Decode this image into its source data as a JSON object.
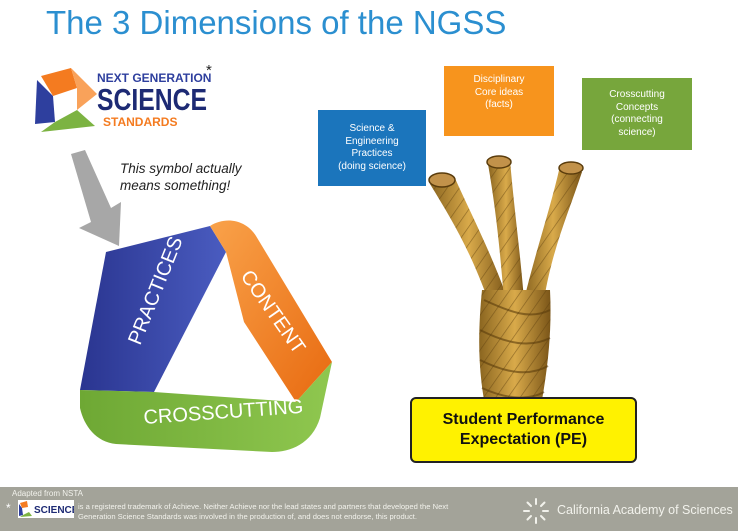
{
  "title": "The 3 Dimensions of the NGSS",
  "logo": {
    "line1": "NEXT GENERATION",
    "line2": "SCIENCE",
    "line3": "STANDARDS",
    "asterisk": "*"
  },
  "symbol_note": {
    "line1": "This symbol actually",
    "line2": "means something!"
  },
  "triangle": {
    "practices": "PRACTICES",
    "content": "CONTENT",
    "crosscutting": "CROSSCUTTING",
    "colors": {
      "practices": "#2e3f9e",
      "content": "#f47b20",
      "crosscutting": "#7cb342"
    }
  },
  "boxes": {
    "sep": [
      "Science &",
      "Engineering",
      "Practices",
      "(doing science)"
    ],
    "dci": [
      "Disciplinary",
      "Core ideas",
      "(facts)"
    ],
    "ccc": [
      "Crosscutting",
      "Concepts",
      "(connecting",
      "science)"
    ]
  },
  "pe": {
    "line1": "Student Performance",
    "line2": "Expectation (PE)"
  },
  "footer": {
    "adapted": "Adapted from NSTA",
    "asterisk": "*",
    "logo_text": "SCIENCE",
    "disclaimer_line1": "is a registered trademark of Achieve. Neither Achieve nor the lead states and partners that developed the Next",
    "disclaimer_line2": "Generation Science Standards was involved in the production of, and does not endorse, this product.",
    "cas_name": "California Academy of Sciences"
  }
}
